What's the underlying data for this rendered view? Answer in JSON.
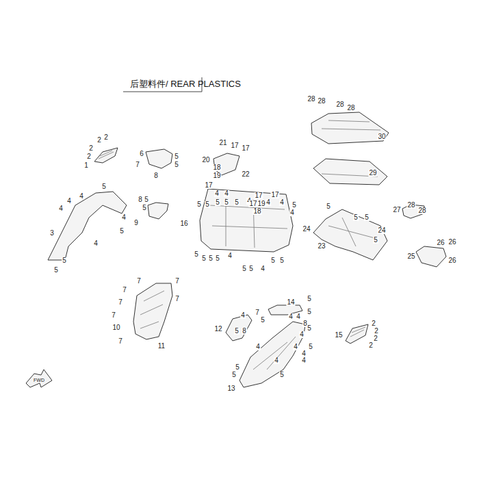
{
  "diagram": {
    "title": "后塑料件/ REAR PLASTICS",
    "labels": [
      "2",
      "2",
      "2",
      "2",
      "1",
      "6",
      "7",
      "8",
      "5",
      "5",
      "5",
      "4",
      "4",
      "4",
      "4",
      "5",
      "3",
      "4",
      "5",
      "5",
      "8",
      "5",
      "5",
      "9",
      "21",
      "17",
      "17",
      "20",
      "18",
      "19",
      "22",
      "17",
      "5",
      "5",
      "4",
      "5",
      "4",
      "5",
      "5",
      "4",
      "17",
      "17",
      "19",
      "18",
      "4",
      "17",
      "4",
      "5",
      "4",
      "16",
      "5",
      "5",
      "5",
      "5",
      "4",
      "5",
      "5",
      "4",
      "5",
      "5",
      "28",
      "28",
      "28",
      "28",
      "30",
      "29",
      "5",
      "24",
      "23",
      "5",
      "5",
      "24",
      "5",
      "27",
      "28",
      "28",
      "26",
      "26",
      "25",
      "26",
      "7",
      "7",
      "7",
      "7",
      "7",
      "7",
      "10",
      "7",
      "11",
      "14",
      "5",
      "7",
      "5",
      "4",
      "4",
      "8",
      "5",
      "4",
      "12",
      "5",
      "8",
      "4",
      "5",
      "5",
      "4",
      "4",
      "4",
      "4",
      "5",
      "4",
      "5",
      "5",
      "13",
      "15",
      "2",
      "2",
      "2",
      "2",
      "FWD"
    ]
  }
}
